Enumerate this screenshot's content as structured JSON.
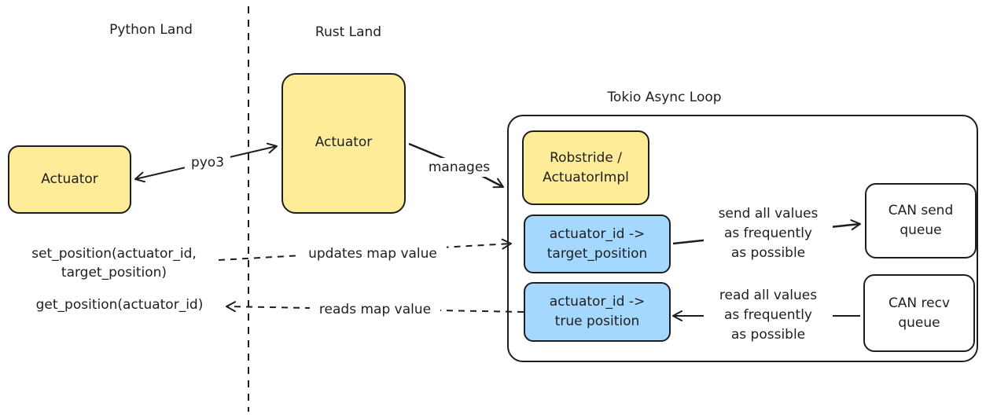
{
  "regions": {
    "python_land": "Python Land",
    "rust_land": "Rust Land",
    "tokio_loop": "Tokio Async Loop"
  },
  "nodes": {
    "py_actuator": "Actuator",
    "rust_actuator": "Actuator",
    "robstride": "Robstride /\nActuatorImpl",
    "target_map": "actuator_id ->\ntarget_position",
    "true_map": "actuator_id ->\ntrue position",
    "can_send": "CAN send\nqueue",
    "can_recv": "CAN recv\nqueue"
  },
  "functions": {
    "set_position": "set_position(actuator_id,\ntarget_position)",
    "get_position": "get_position(actuator_id)"
  },
  "edges": {
    "pyo3": "pyo3",
    "manages": "manages",
    "updates": "updates map value",
    "reads": "reads map value",
    "send_all": "send all values\nas frequently\nas possible",
    "read_all": "read all values\nas frequently\nas possible"
  },
  "colors": {
    "actuator_fill": "#ffec99",
    "map_fill": "#a5d8ff",
    "stroke": "#1e1e1e"
  }
}
